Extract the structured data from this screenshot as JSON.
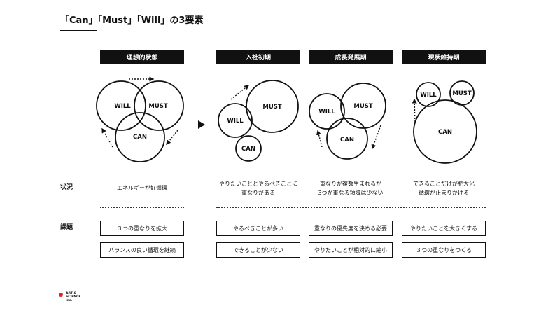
{
  "title": "「Can」「Must」「Will」の3要素",
  "columns": [
    {
      "header": "理想的状態",
      "status": "エネルギーが好循環",
      "issues": [
        "３つの重なりを拡大",
        "バランスの良い循環を継続"
      ]
    },
    {
      "header": "入社初期",
      "status": "やりたいこととやるべきことに\n重なりがある",
      "issues": [
        "やるべきことが多い",
        "できることが少ない"
      ]
    },
    {
      "header": "成長発展期",
      "status": "重なりが複数生まれるが\n3つが重なる領域は少ない",
      "issues": [
        "重なりの優先度を決める必要",
        "やりたいことが相対的に縮小"
      ]
    },
    {
      "header": "現状維持期",
      "status": "できることだけが肥大化\n循環が止まりかける",
      "issues": [
        "やりたいことを大きくする",
        "３つの重なりをつくる"
      ]
    }
  ],
  "row_labels": {
    "status": "状況",
    "issues": "課題"
  },
  "circle_labels": {
    "will": "WILL",
    "must": "MUST",
    "can": "CAN"
  },
  "logo": {
    "text": "ART &\nSCIENCE\ninc.",
    "color": "#d9262a"
  }
}
